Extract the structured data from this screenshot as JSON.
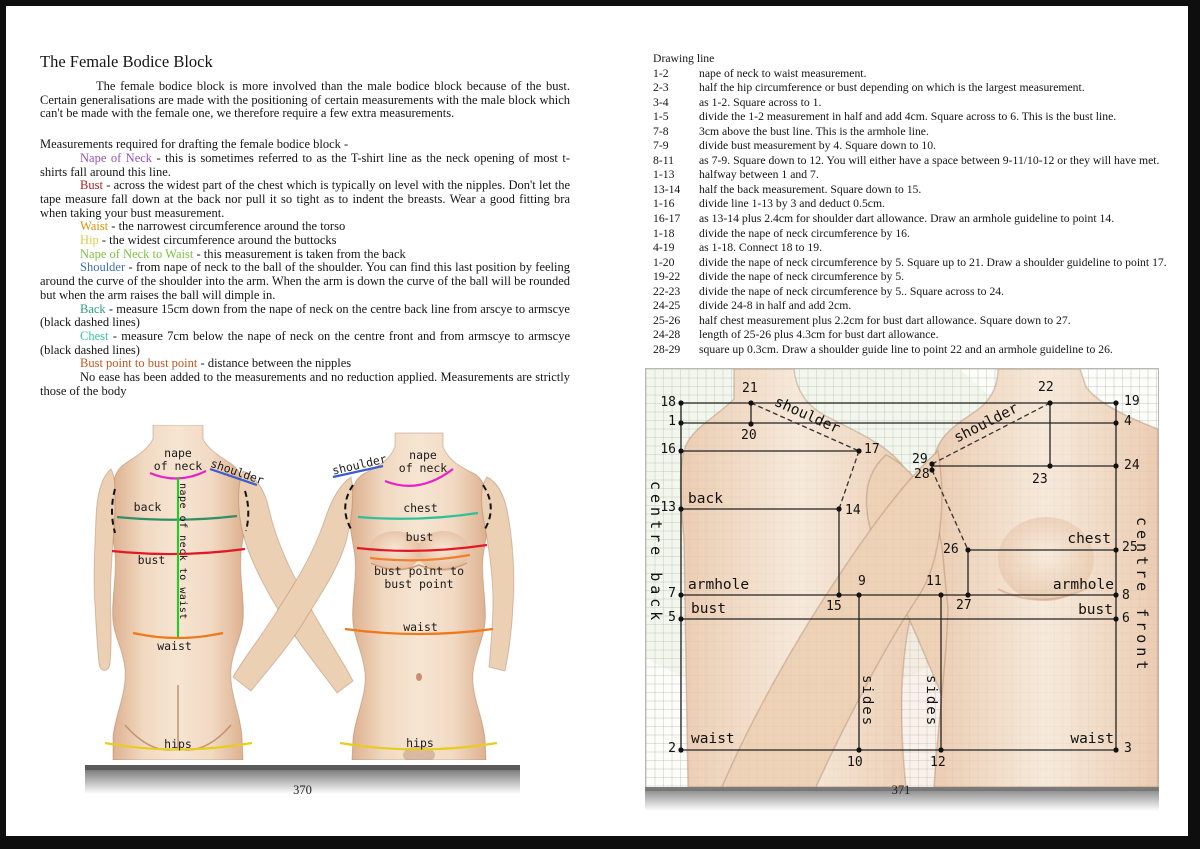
{
  "left_page": {
    "title": "The Female Bodice Block",
    "intro": "The female bodice block is more involved than the male bodice block because of the bust. Certain generalisations are made with the positioning of certain measurements with the male block which can't be made with the female one, we therefore require a few extra measurements.",
    "measurements_heading": "Measurements required for drafting the female bodice block -",
    "separator": " - ",
    "measurements": [
      {
        "term": "Nape of Neck",
        "color": "#9b50b8",
        "text": "this is sometimes referred to as the T-shirt line as the neck opening of most t-shirts fall around this line."
      },
      {
        "term": "Bust",
        "color": "#a32222",
        "text": "across the widest part of the chest which is typically on level with the nipples. Don't let the tape measure fall down at the back nor pull it so tight as to indent the breasts. Wear a good fitting bra when taking your bust measurement."
      },
      {
        "term": "Waist",
        "color": "#d8920f",
        "text": "the narrowest circumference around the torso"
      },
      {
        "term": "Hip",
        "color": "#d9cc4a",
        "text": "the widest circumference around the buttocks"
      },
      {
        "term": "Nape of Neck to Waist",
        "color": "#7cc242",
        "text": "this measurement is taken from the back"
      },
      {
        "term": "Shoulder",
        "color": "#3f6fb8",
        "text": "from nape of neck to the ball of the shoulder. You can find this last position by feeling around the curve of the shoulder into the arm. When the arm is down the curve of the ball will be rounded but when the arm raises the ball will dimple in."
      },
      {
        "term": "Back",
        "color": "#2f9e77",
        "text": "measure 15cm down from the nape of neck on the centre back line from arscye to armscye (black dashed lines)"
      },
      {
        "term": "Chest",
        "color": "#35c4a4",
        "text": "measure 7cm below the nape of neck on the centre front and from armscye to armscye (black dashed lines)"
      },
      {
        "term": "Bust point to bust point",
        "color": "#c2571f",
        "text": "distance between the nipples"
      }
    ],
    "closing": "No ease has been added to the measurements and no reduction applied. Measurements are strictly those of the body",
    "figure_labels": {
      "back_nape": "nape\nof neck",
      "back_shoulder": "shoulder",
      "back_back": "back",
      "back_bust": "bust",
      "back_nape_to_waist": "nape of neck to waist",
      "back_waist": "waist",
      "back_hips": "hips",
      "front_shoulder": "shoulder",
      "front_nape": "nape\nof neck",
      "front_chest": "chest",
      "front_bust": "bust",
      "front_bust_point": "bust point to\nbust point",
      "front_waist": "waist",
      "front_hips": "hips"
    },
    "figure_line_colors": {
      "nape": "#e822c8",
      "shoulder": "#3b5bd0",
      "back": "#2f8f66",
      "bust": "#e01828",
      "nape_to_waist": "#28c828",
      "waist": "#f07818",
      "hips": "#e8cc20",
      "chest": "#2fbf9a",
      "bust_point": "#f08030",
      "dashed_armscye": "#111111"
    },
    "page_number": "370"
  },
  "right_page": {
    "list_title": "Drawing line",
    "steps": [
      {
        "id": "1-2",
        "text": "nape of neck to waist measurement."
      },
      {
        "id": "2-3",
        "text": "half the hip circumference or bust depending on which is the largest measurement."
      },
      {
        "id": "3-4",
        "text": "as 1-2. Square across to 1."
      },
      {
        "id": "1-5",
        "text": "divide the 1-2 measurement in half and add 4cm. Square across to 6. This is the bust line."
      },
      {
        "id": "7-8",
        "text": "3cm above the bust line. This is the armhole line."
      },
      {
        "id": "7-9",
        "text": "divide bust measurement by 4. Square down to 10."
      },
      {
        "id": "8-11",
        "text": "as 7-9. Square down to 12. You will either have a space between 9-11/10-12 or they will have met."
      },
      {
        "id": "1-13",
        "text": "halfway between 1 and 7."
      },
      {
        "id": "13-14",
        "text": "half the back measurement. Square down to 15."
      },
      {
        "id": "1-16",
        "text": "divide line 1-13 by 3 and deduct 0.5cm."
      },
      {
        "id": "16-17",
        "text": "as 13-14 plus 2.4cm for shoulder dart allowance. Draw an armhole guideline to point 14."
      },
      {
        "id": "1-18",
        "text": "divide the nape of neck circumference by 16."
      },
      {
        "id": "4-19",
        "text": "as 1-18. Connect 18 to 19."
      },
      {
        "id": "1-20",
        "text": "divide the nape of neck circumference by 5. Square up to 21. Draw a shoulder guideline to point 17."
      },
      {
        "id": "19-22",
        "text": "divide the nape of neck circumference by 5."
      },
      {
        "id": "22-23",
        "text": "divide the nape of neck circumference by 5.. Square across to 24."
      },
      {
        "id": "24-25",
        "text": "divide 24-8 in half and add 2cm."
      },
      {
        "id": "25-26",
        "text": "half chest measurement plus 2.2cm for bust dart allowance. Square down to 27."
      },
      {
        "id": "24-28",
        "text": "length of 25-26 plus 4.3cm for bust dart allowance."
      },
      {
        "id": "28-29",
        "text": "square up 0.3cm. Draw a shoulder guide line to point 22 and an armhole guideline to 26."
      }
    ],
    "diagram": {
      "labels": {
        "centre_back": "centre back",
        "centre_front": "centre front",
        "back": "back",
        "armhole_left": "armhole",
        "bust_left": "bust",
        "waist_left": "waist",
        "chest": "chest",
        "armhole_right": "armhole",
        "bust_right": "bust",
        "waist_right": "waist",
        "shoulder_left": "shoulder",
        "shoulder_right": "shoulder",
        "sides_left": "sides",
        "sides_right": "sides"
      },
      "points": {
        "p1": "1",
        "p2": "2",
        "p3": "3",
        "p4": "4",
        "p5": "5",
        "p6": "6",
        "p7": "7",
        "p8": "8",
        "p9": "9",
        "p10": "10",
        "p11": "11",
        "p12": "12",
        "p13": "13",
        "p14": "14",
        "p15": "15",
        "p16": "16",
        "p17": "17",
        "p18": "18",
        "p19": "19",
        "p20": "20",
        "p21": "21",
        "p22": "22",
        "p23": "23",
        "p24": "24",
        "p25": "25",
        "p26": "26",
        "p27": "27",
        "p28": "28",
        "p29": "29"
      }
    },
    "page_number": "371"
  }
}
